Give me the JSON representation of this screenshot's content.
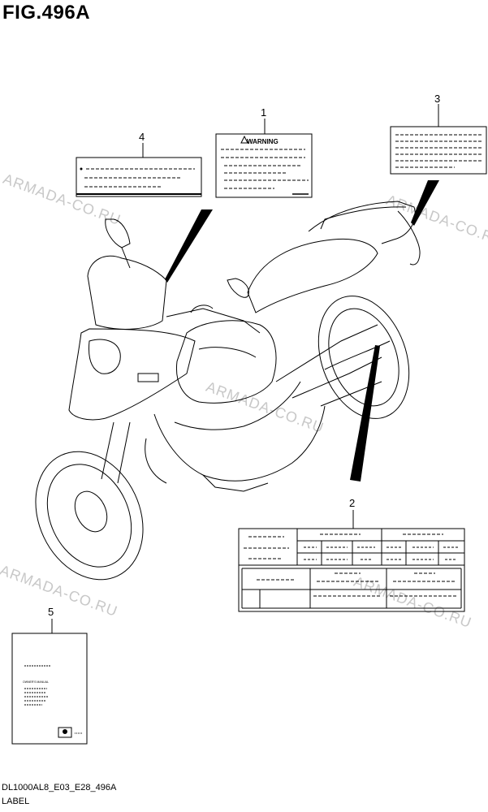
{
  "figure": {
    "title": "FIG.496A"
  },
  "callouts": [
    "1",
    "2",
    "3",
    "4",
    "5"
  ],
  "label_1": {
    "heading": "WARNING"
  },
  "label_5": {
    "heading": "OWNER'S MANUAL"
  },
  "watermark": "ARMADA-CO.RU",
  "footer": {
    "code": "DL1000AL8_E03_E28_496A",
    "caption": "LABEL"
  }
}
